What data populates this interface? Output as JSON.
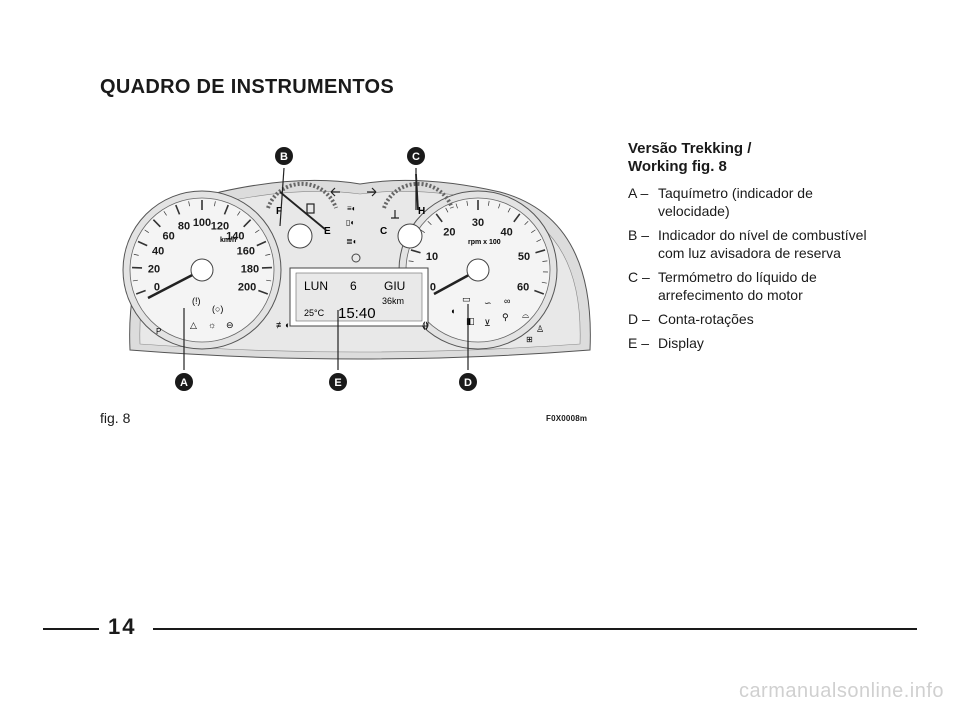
{
  "page_title": "QUADRO DE INSTRUMENTOS",
  "legend": {
    "title_line1": "Versão Trekking /",
    "title_line2": "Working fig. 8",
    "items": [
      {
        "key": "A –",
        "text": "Taquímetro (indicador de velocidade)"
      },
      {
        "key": "B –",
        "text": "Indicador do nível de combustível com luz avisadora de reserva"
      },
      {
        "key": "C –",
        "text": "Termómetro do líquido de arrefecimento do motor"
      },
      {
        "key": "D –",
        "text": "Conta-rotações"
      },
      {
        "key": "E –",
        "text": "Display"
      }
    ]
  },
  "figure": {
    "caption": "fig. 8",
    "code": "F0X0008m",
    "callouts": [
      "A",
      "B",
      "C",
      "D",
      "E"
    ],
    "speedometer": {
      "unit": "km/h",
      "labels": [
        "0",
        "20",
        "40",
        "60",
        "80",
        "100",
        "120",
        "140",
        "160",
        "180",
        "200"
      ]
    },
    "tachometer": {
      "unit": "rpm x 100",
      "labels": [
        "0",
        "10",
        "20",
        "30",
        "40",
        "50",
        "60"
      ]
    },
    "fuel_gauge": {
      "full": "F",
      "empty": "E"
    },
    "temp_gauge": {
      "cold": "C",
      "hot": "H"
    },
    "display": {
      "day": "LUN",
      "date": "6",
      "month": "GIU",
      "distance": "36km",
      "temperature": "25°C",
      "clock": "15:40"
    },
    "parking_label": "P"
  },
  "page_number": "14",
  "watermark": "carmanualsonline.info"
}
